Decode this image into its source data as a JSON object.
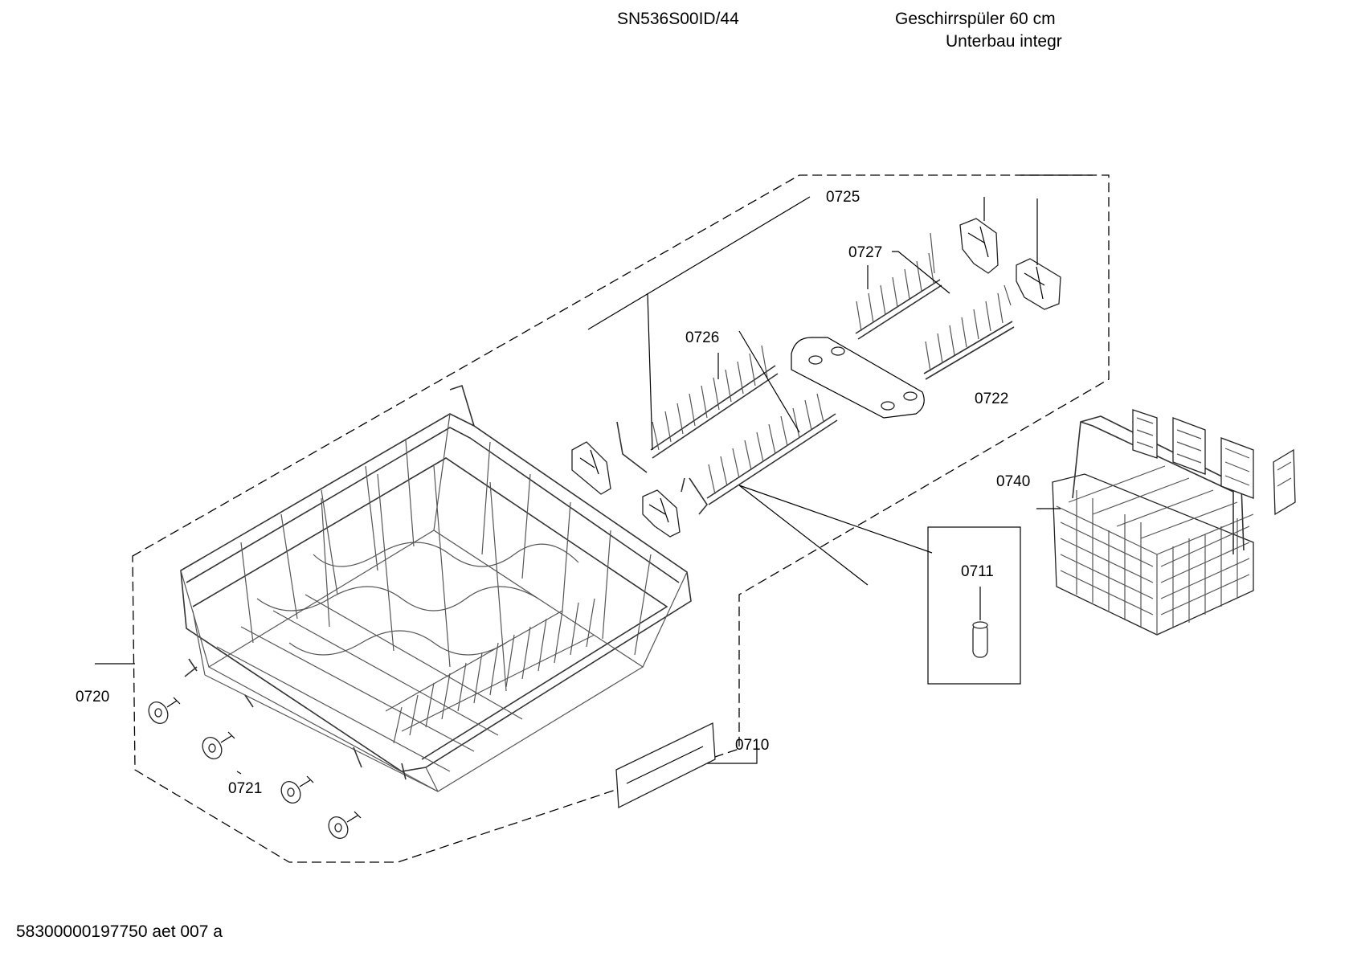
{
  "header": {
    "model": "SN536S00ID/44",
    "description_line1": "Geschirrspüler 60 cm",
    "description_line2": "Unterbau integr"
  },
  "footer": {
    "document_id": "58300000197750 aet 007 a"
  },
  "callouts": {
    "p0710": "0710",
    "p0711": "0711",
    "p0720": "0720",
    "p0721": "0721",
    "p0722": "0722",
    "p0725": "0725",
    "p0726": "0726",
    "p0727": "0727",
    "p0740": "0740"
  }
}
